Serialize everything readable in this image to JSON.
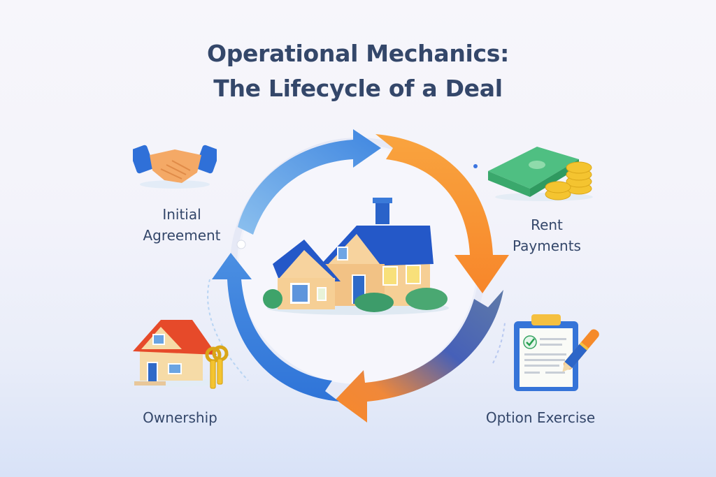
{
  "title": {
    "line1": "Operational Mechanics:",
    "line2": "The Lifecycle of a Deal"
  },
  "stages": [
    {
      "id": "initial-agreement",
      "label_line1": "Initial",
      "label_line2": "Agreement",
      "icon": "handshake-icon",
      "position": "top-left"
    },
    {
      "id": "rent-payments",
      "label_line1": "Rent",
      "label_line2": "Payments",
      "icon": "money-coins-icon",
      "position": "top-right"
    },
    {
      "id": "option-exercise",
      "label_line1": "Option Exercise",
      "label_line2": "",
      "icon": "clipboard-pen-icon",
      "position": "bottom-right"
    },
    {
      "id": "ownership",
      "label_line1": "Ownership",
      "label_line2": "",
      "icon": "house-keys-icon",
      "position": "bottom-left"
    }
  ],
  "center": {
    "icon": "house-icon"
  },
  "cycle": {
    "direction": "clockwise",
    "arrows": [
      {
        "from": "initial-agreement",
        "to": "rent-payments",
        "color": "#4a8fe0"
      },
      {
        "from": "rent-payments",
        "to": "option-exercise",
        "color": "#f7932e"
      },
      {
        "from": "option-exercise",
        "to": "ownership",
        "color": "#f7892a"
      },
      {
        "from": "ownership",
        "to": "initial-agreement",
        "color": "#3f86e0"
      }
    ]
  },
  "colors": {
    "title": "#34476a",
    "blue": "#3f86e0",
    "orange": "#f7932e",
    "roof_blue": "#2458c8",
    "wall": "#f6cf95"
  }
}
